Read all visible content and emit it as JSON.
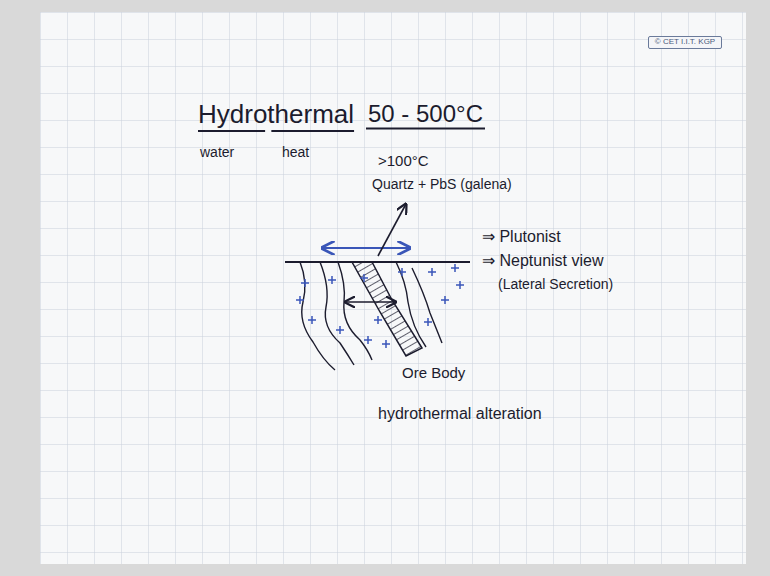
{
  "diagram": {
    "title": "Hydrothermal",
    "nodes": [
      {
        "text": [
          "© CET I.I.T. KGP"
        ]
      }
    ],
    "labels": [
      "water",
      "heat",
      "50 - 500°C",
      ">100°C",
      "Quartz + PbS (galena)",
      "⇒ Plutonist",
      "⇒ Neptunist view",
      "(Lateral Secretion)",
      "Ore Body",
      "hydrothermal alteration"
    ]
  }
}
